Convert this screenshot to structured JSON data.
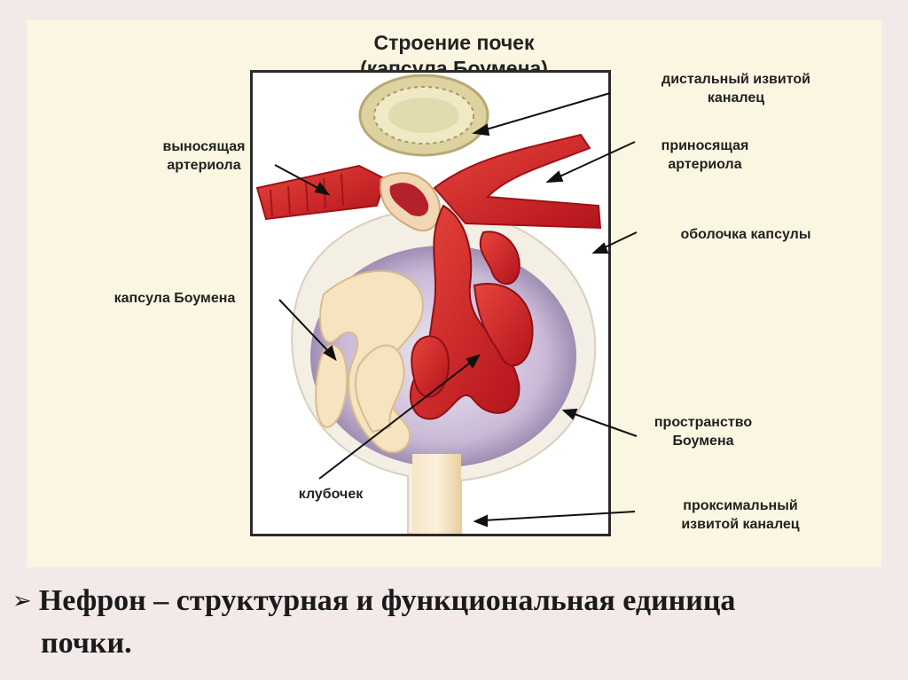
{
  "title": {
    "line1": "Строение почек",
    "line2": "(капсула Боумена)"
  },
  "labels": {
    "distal": "дистальный извитой\nканалец",
    "efferent": "выносящая\nартериола",
    "afferent": "приносящая\nартериола",
    "capsule_shell": "оболочка капсулы",
    "bowman_capsule": "капсула Боумена",
    "bowman_space": "пространство\nБоумена",
    "glomerulus": "клубочек",
    "proximal": "проксимальный\nизвитой каналец"
  },
  "caption": {
    "bullet_icon": "arrow-bullet-icon",
    "line1": "Нефрон – структурная и функциональная единица",
    "line2": "почки."
  },
  "colors": {
    "vessel_red": "#d8262a",
    "tubule_cream": "#f3dcb2",
    "capsule_lilac": "#b9a7c6"
  }
}
